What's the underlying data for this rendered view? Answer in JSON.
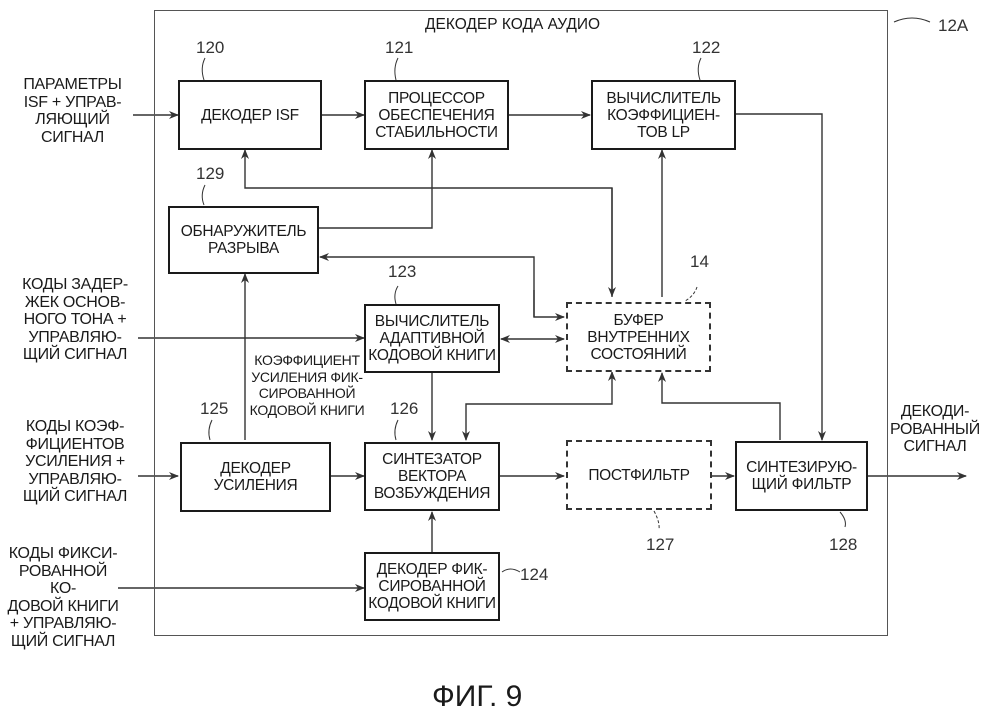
{
  "figure_label": "ФИГ. 9",
  "frame": {
    "title": "ДЕКОДЕР КОДА АУДИО",
    "ref": "12A"
  },
  "inputs": {
    "isf": "ПАРАМЕТРЫ\nISF + УПРАВ-\nЛЯЮЩИЙ\nСИГНАЛ",
    "pitch": "КОДЫ ЗАДЕР-\nЖЕК ОСНОВ-\nНОГО ТОНА +\nУПРАВЛЯЮ-\nЩИЙ СИГНАЛ",
    "gain": "КОДЫ КОЭФ-\nФИЦИЕНТОВ\nУСИЛЕНИЯ +\nУПРАВЛЯЮ-\nЩИЙ СИГНАЛ",
    "fixed": "КОДЫ ФИКСИ-\nРОВАННОЙ КО-\nДОВОЙ КНИГИ\n+ УПРАВЛЯЮ-\nЩИЙ СИГНАЛ"
  },
  "output": "ДЕКОДИ-\nРОВАННЫЙ\nСИГНАЛ",
  "gain_annotation": "КОЭФФИЦИЕНТ\nУСИЛЕНИЯ ФИК-\nСИРОВАННОЙ\nКОДОВОЙ КНИГИ",
  "blocks": {
    "isf_decoder": {
      "label": "ДЕКОДЕР ISF",
      "ref": "120"
    },
    "stability": {
      "label": "ПРОЦЕССОР\nОБЕСПЕЧЕНИЯ\nСТАБИЛЬНОСТИ",
      "ref": "121"
    },
    "lp_calc": {
      "label": "ВЫЧИСЛИТЕЛЬ\nКОЭФФИЦИЕН-\nТОВ LP",
      "ref": "122"
    },
    "gap_detector": {
      "label": "ОБНАРУЖИТЕЛЬ\nРАЗРЫВА",
      "ref": "129"
    },
    "adaptive_cb": {
      "label": "ВЫЧИСЛИТЕЛЬ\nАДАПТИВНОЙ\nКОДОВОЙ КНИГИ",
      "ref": "123"
    },
    "state_buffer": {
      "label": "БУФЕР\nВНУТРЕННИХ\nСОСТОЯНИЙ",
      "ref": "14"
    },
    "gain_decoder": {
      "label": "ДЕКОДЕР\nУСИЛЕНИЯ",
      "ref": "125"
    },
    "exc_synth": {
      "label": "СИНТЕЗАТОР\nВЕКТОРА\nВОЗБУЖДЕНИЯ",
      "ref": "126"
    },
    "postfilter": {
      "label": "ПОСТФИЛЬТР",
      "ref": "127"
    },
    "synth_filter": {
      "label": "СИНТЕЗИРУЮ-\nЩИЙ ФИЛЬТР",
      "ref": "128"
    },
    "fixed_cb": {
      "label": "ДЕКОДЕР ФИК-\nСИРОВАННОЙ\nКОДОВОЙ КНИГИ",
      "ref": "124"
    }
  }
}
